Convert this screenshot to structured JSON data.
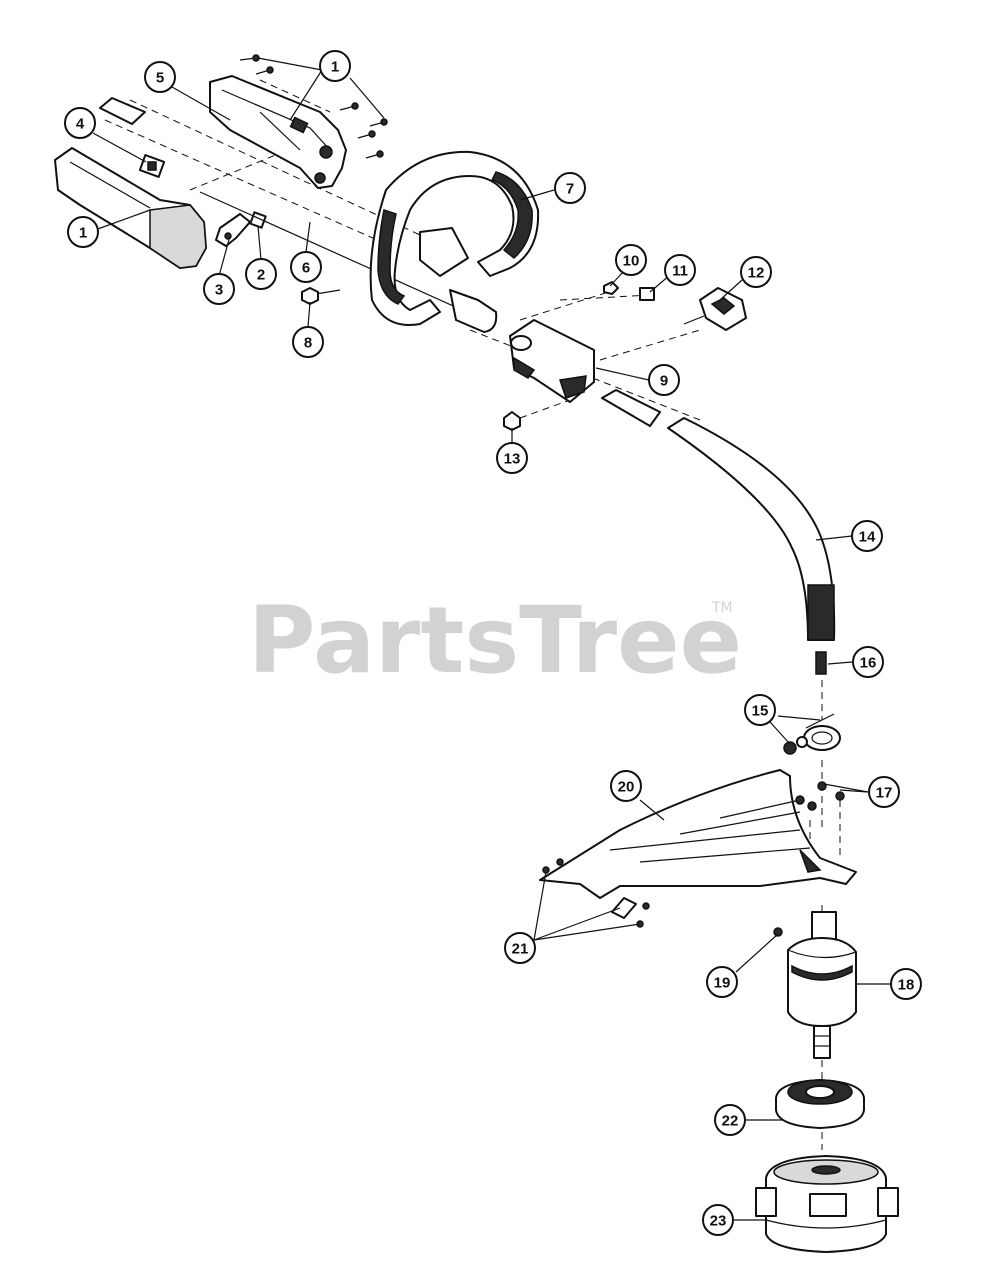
{
  "watermark": {
    "brand": "PartsTree",
    "trademark": "TM"
  },
  "callouts": [
    {
      "id": "c1a",
      "label": "1"
    },
    {
      "id": "c1b",
      "label": "1"
    },
    {
      "id": "c2",
      "label": "2"
    },
    {
      "id": "c3",
      "label": "3"
    },
    {
      "id": "c4",
      "label": "4"
    },
    {
      "id": "c5",
      "label": "5"
    },
    {
      "id": "c6",
      "label": "6"
    },
    {
      "id": "c7",
      "label": "7"
    },
    {
      "id": "c8",
      "label": "8"
    },
    {
      "id": "c9",
      "label": "9"
    },
    {
      "id": "c10",
      "label": "10"
    },
    {
      "id": "c11",
      "label": "11"
    },
    {
      "id": "c12",
      "label": "12"
    },
    {
      "id": "c13",
      "label": "13"
    },
    {
      "id": "c14",
      "label": "14"
    },
    {
      "id": "c15",
      "label": "15"
    },
    {
      "id": "c16",
      "label": "16"
    },
    {
      "id": "c17",
      "label": "17"
    },
    {
      "id": "c18",
      "label": "18"
    },
    {
      "id": "c19",
      "label": "19"
    },
    {
      "id": "c20",
      "label": "20"
    },
    {
      "id": "c21",
      "label": "21"
    },
    {
      "id": "c22",
      "label": "22"
    },
    {
      "id": "c23",
      "label": "23"
    }
  ]
}
